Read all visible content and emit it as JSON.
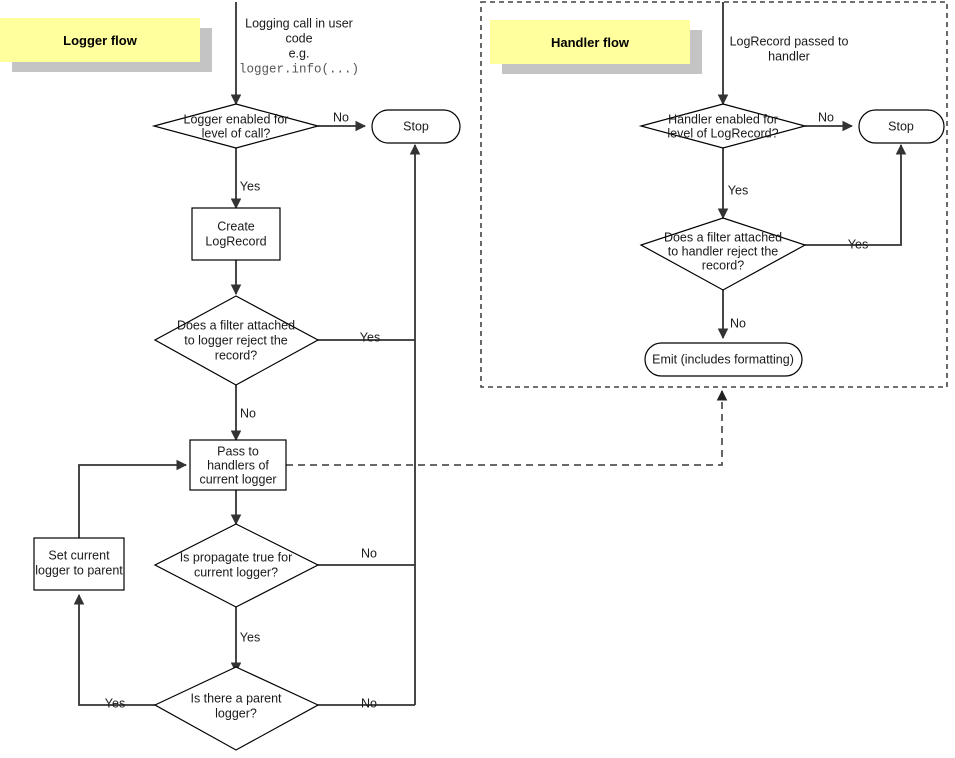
{
  "diagram": {
    "title": "Python logging flow",
    "colors": {
      "banner_fill": "#ffff9e",
      "banner_shadow": "#c4c4c4",
      "node_stroke": "#000000",
      "connector": "#333333",
      "dashed_connector": "#555555",
      "group_border": "#444444",
      "background": "#ffffff"
    }
  },
  "banners": [
    {
      "id": "logger-flow",
      "label": "Logger flow"
    },
    {
      "id": "handler-flow",
      "label": "Handler flow"
    }
  ],
  "logger_flow": {
    "entry_caption": {
      "line1": "Logging call in user",
      "line2": "code",
      "line3": "e.g.",
      "line4": "logger.info(...)"
    },
    "nodes": [
      {
        "id": "logger-enabled",
        "type": "decision",
        "lines": [
          "Logger enabled for",
          "level of call?"
        ]
      },
      {
        "id": "stop-logger",
        "type": "terminator",
        "lines": [
          "Stop"
        ]
      },
      {
        "id": "create-logrecord",
        "type": "process",
        "lines": [
          "Create",
          "LogRecord"
        ]
      },
      {
        "id": "logger-filter-reject",
        "type": "decision",
        "lines": [
          "Does a filter attached",
          "to logger reject the",
          "record?"
        ]
      },
      {
        "id": "pass-to-handlers",
        "type": "process",
        "lines": [
          "Pass to",
          "handlers of",
          "current logger"
        ]
      },
      {
        "id": "is-propagate-true",
        "type": "decision",
        "lines": [
          "Is propagate true for",
          "current logger?"
        ]
      },
      {
        "id": "set-current-logger-to-parent",
        "type": "process",
        "lines": [
          "Set current",
          "logger to parent"
        ]
      },
      {
        "id": "is-there-parent",
        "type": "decision",
        "lines": [
          "Is there a parent",
          "logger?"
        ]
      }
    ],
    "edge_labels": [
      {
        "id": "logger-enabled-no",
        "text": "No"
      },
      {
        "id": "logger-enabled-yes",
        "text": "Yes"
      },
      {
        "id": "logger-filter-yes",
        "text": "Yes"
      },
      {
        "id": "logger-filter-no",
        "text": "No"
      },
      {
        "id": "propagate-no",
        "text": "No"
      },
      {
        "id": "propagate-yes",
        "text": "Yes"
      },
      {
        "id": "parent-yes",
        "text": "Yes"
      },
      {
        "id": "parent-no",
        "text": "No"
      }
    ]
  },
  "handler_flow": {
    "entry_caption": {
      "line1": "LogRecord passed to",
      "line2": "handler"
    },
    "nodes": [
      {
        "id": "handler-enabled",
        "type": "decision",
        "lines": [
          "Handler enabled for",
          "level of LogRecord?"
        ]
      },
      {
        "id": "stop-handler",
        "type": "terminator",
        "lines": [
          "Stop"
        ]
      },
      {
        "id": "handler-filter-reject",
        "type": "decision",
        "lines": [
          "Does a filter attached",
          "to handler reject the",
          "record?"
        ]
      },
      {
        "id": "emit",
        "type": "terminator",
        "lines": [
          "Emit (includes formatting)"
        ]
      }
    ],
    "edge_labels": [
      {
        "id": "handler-enabled-no",
        "text": "No"
      },
      {
        "id": "handler-enabled-yes",
        "text": "Yes"
      },
      {
        "id": "handler-filter-yes",
        "text": "Yes"
      },
      {
        "id": "handler-filter-no",
        "text": "No"
      }
    ]
  }
}
